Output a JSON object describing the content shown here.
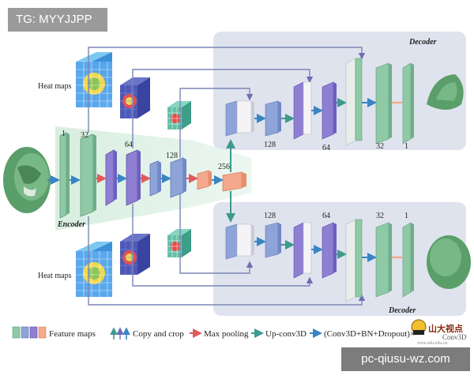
{
  "watermark_top": "TG: MYYJJPP",
  "watermark_bottom": "pc-qiusu-wz.com",
  "logo_text": "山大视点",
  "logo_sub": "view.sdu.edu.cn",
  "labels": {
    "decoder": "Decoder",
    "encoder": "Encoder",
    "heat_maps": "Heat maps"
  },
  "encoder_channels": [
    "1",
    "32",
    "64",
    "128",
    "256"
  ],
  "decoder_top_channels": [
    "128",
    "64",
    "32",
    "1"
  ],
  "decoder_bottom_channels": [
    "128",
    "64",
    "32",
    "1"
  ],
  "legend": {
    "feature_maps": "Feature maps",
    "copy_and_crop": "Copy and crop",
    "max_pooling": "Max pooling",
    "up_conv": "Up-conv3D",
    "conv_block": "(Conv3D+BN+Dropout)×",
    "conv_block_tail": "Conv3D"
  },
  "colors": {
    "green": "#8fc9a6",
    "purple": "#8f7fd3",
    "blue": "#8ea4d8",
    "pink": "#f5a98c",
    "teal_arrow": "#3d9a8f",
    "red_arrow": "#e05a5a",
    "blue_arrow": "#3a84c4",
    "decoder_bg": "#dfe3ee",
    "encoder_bg": "#dcefe4"
  }
}
